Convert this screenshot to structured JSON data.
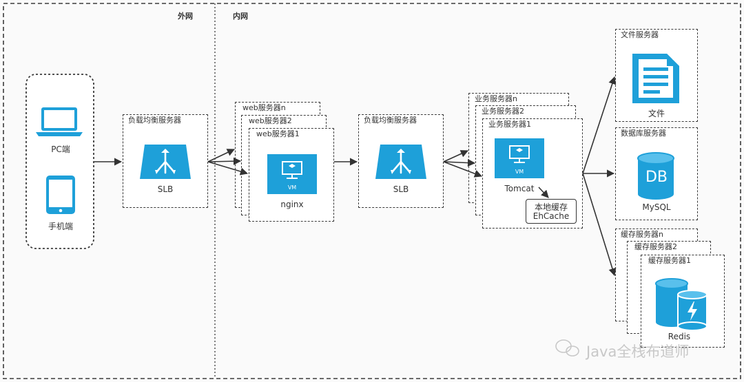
{
  "zones": {
    "external": "外网",
    "internal": "内网"
  },
  "client": {
    "pc_label": "PC端",
    "mobile_label": "手机端"
  },
  "slb1": {
    "title": "负载均衡服务器",
    "icon_label": "SLB"
  },
  "web": {
    "stack": [
      "web服务器n",
      "web服务器2",
      "web服务器1"
    ],
    "vm_badge": "VM",
    "app_label": "nginx"
  },
  "slb2": {
    "title": "负载均衡服务器",
    "icon_label": "SLB"
  },
  "biz": {
    "stack": [
      "业务服务器n",
      "业务服务器2",
      "业务服务器1"
    ],
    "vm_badge": "VM",
    "app_label": "Tomcat",
    "cache_line1": "本地缓存",
    "cache_line2": "EhCache"
  },
  "file_server": {
    "title": "文件服务器",
    "label": "文件"
  },
  "db_server": {
    "title": "数据库服务器",
    "icon_text": "DB",
    "label": "MySQL"
  },
  "cache": {
    "stack": [
      "缓存服务器n",
      "缓存服务器2",
      "缓存服务器1"
    ],
    "label": "Redis"
  },
  "watermark": "Java全栈布道师",
  "colors": {
    "accent": "#1ea0d9",
    "line": "#3a3a3a"
  }
}
